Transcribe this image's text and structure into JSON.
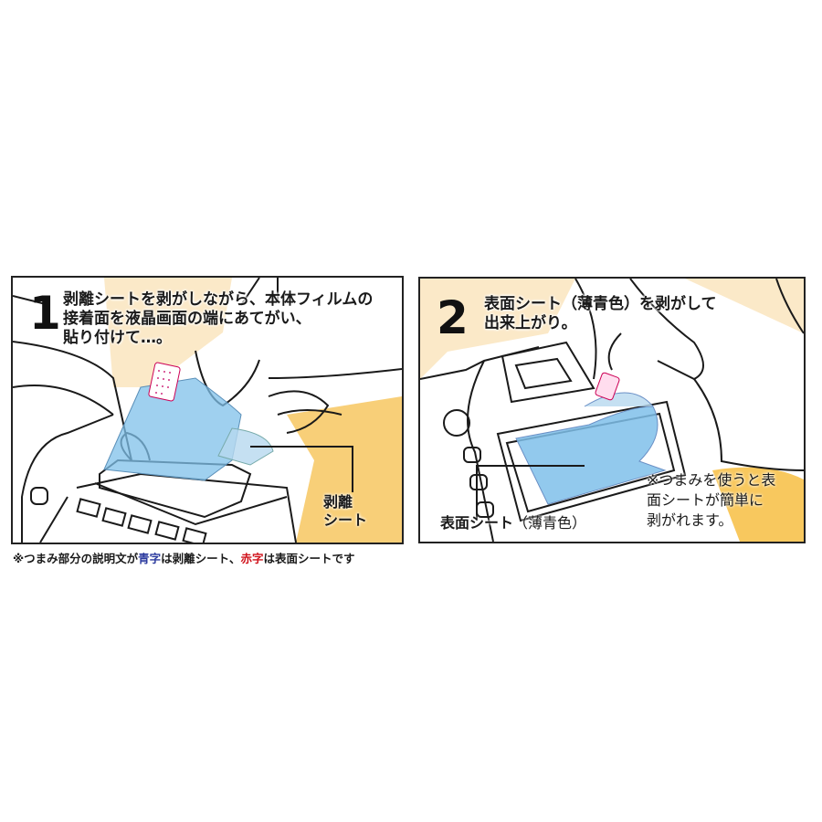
{
  "step1": {
    "number": "1",
    "instruction": "剥離シートを剥がしながら、本体フィルムの\n接着面を液晶画面の端にあてがい、\n貼り付けて…。",
    "callout_label": "剥離\nシート"
  },
  "step2": {
    "number": "2",
    "instruction": "表面シート（薄青色）を剥がして\n出来上がり。",
    "callout_label_main": "表面シート",
    "callout_label_sub": "（薄青色）",
    "note": "※つまみを使うと表\n面シートが簡単に\n剥がれます。"
  },
  "caption": {
    "part1": "※つまみ部分の説明文が",
    "blue_word": "青字",
    "part2": "は剥離シート、",
    "red_word": "赤字",
    "part3": "は表面シートです"
  },
  "colors": {
    "beige": "#fbe9c8",
    "orange": "#f7c35a",
    "sheet_blue": "#7fc0ea",
    "tab_pink": "#e58bb8",
    "caption_blue": "#2b3a9e",
    "caption_red": "#d0121b"
  }
}
